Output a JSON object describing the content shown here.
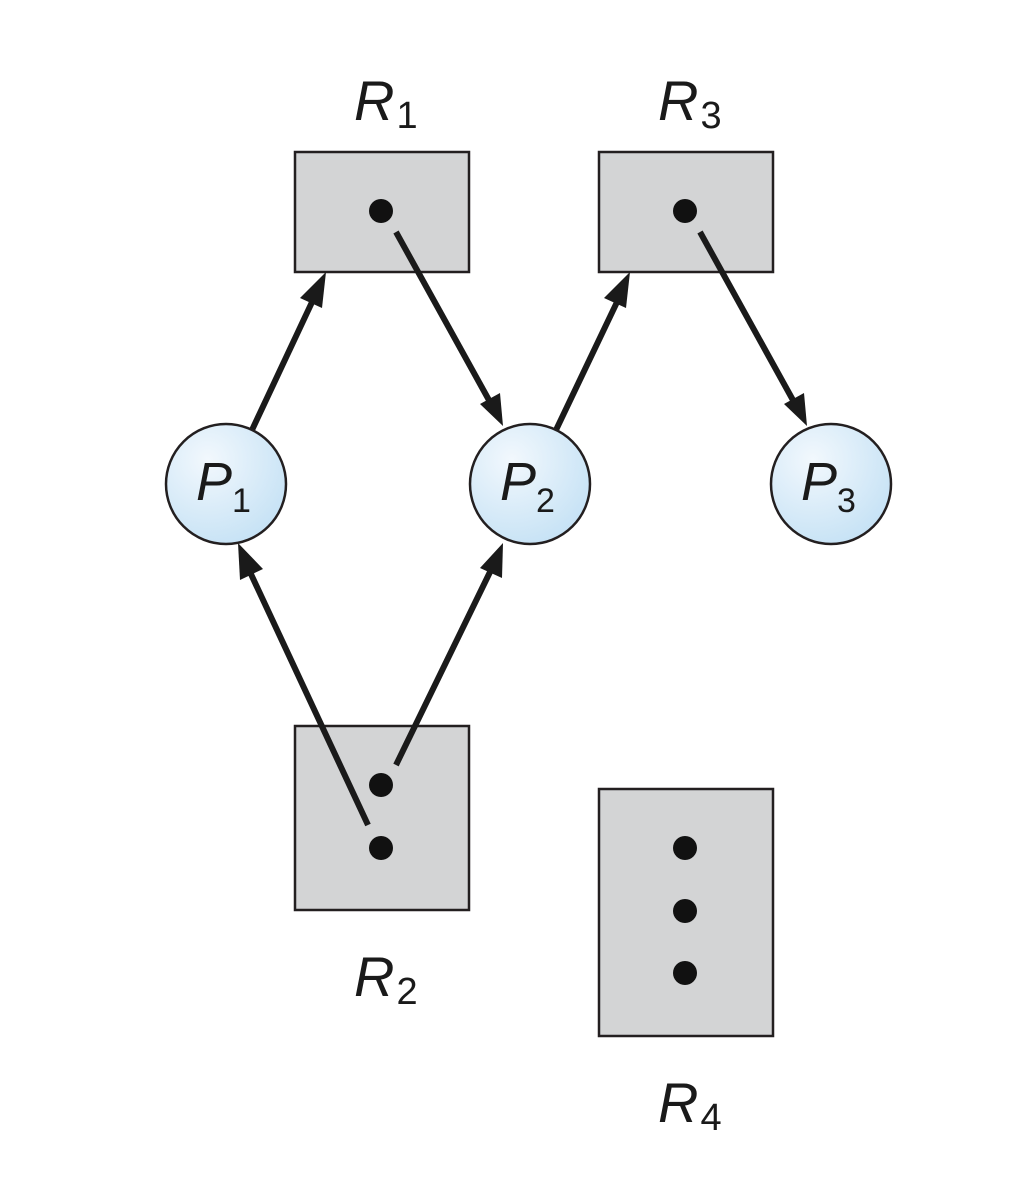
{
  "diagram": {
    "type": "resource-allocation-graph",
    "colors": {
      "resource_fill": "#d3d4d5",
      "process_fill_light": "#f2f8fd",
      "process_fill_dark": "#c6e2f5",
      "outline": "#231f20",
      "edge": "#1a1a1a"
    },
    "processes": [
      {
        "id": "P1",
        "letter": "P",
        "subscript": "1"
      },
      {
        "id": "P2",
        "letter": "P",
        "subscript": "2"
      },
      {
        "id": "P3",
        "letter": "P",
        "subscript": "3"
      }
    ],
    "resources": [
      {
        "id": "R1",
        "letter": "R",
        "subscript": "1",
        "instances": 1
      },
      {
        "id": "R2",
        "letter": "R",
        "subscript": "2",
        "instances": 2
      },
      {
        "id": "R3",
        "letter": "R",
        "subscript": "3",
        "instances": 1
      },
      {
        "id": "R4",
        "letter": "R",
        "subscript": "4",
        "instances": 3
      }
    ],
    "edges": [
      {
        "from": "P1",
        "to": "R1",
        "kind": "request"
      },
      {
        "from": "R1",
        "to": "P2",
        "kind": "assignment",
        "instance": 0
      },
      {
        "from": "P2",
        "to": "R3",
        "kind": "request"
      },
      {
        "from": "R3",
        "to": "P3",
        "kind": "assignment",
        "instance": 0
      },
      {
        "from": "R2",
        "to": "P1",
        "kind": "assignment",
        "instance": 1
      },
      {
        "from": "R2",
        "to": "P2",
        "kind": "assignment",
        "instance": 0
      }
    ]
  }
}
